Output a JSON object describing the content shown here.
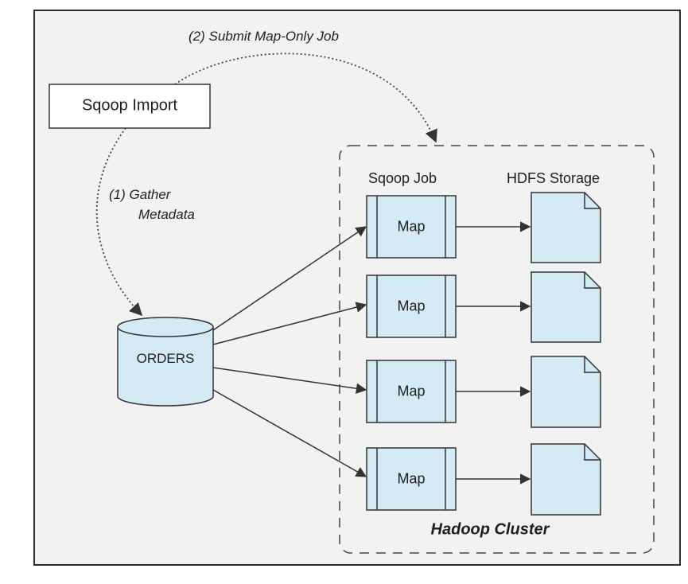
{
  "diagram": {
    "submit_step_label": "(2) Submit Map-Only Job",
    "gather_step_label_line1": "(1) Gather",
    "gather_step_label_line2": "Metadata",
    "sqoop_import_label": "Sqoop Import",
    "database_label": "ORDERS",
    "column_header_job": "Sqoop Job",
    "column_header_storage": "HDFS Storage",
    "cluster_label": "Hadoop Cluster",
    "map_tasks": [
      {
        "label": "Map"
      },
      {
        "label": "Map"
      },
      {
        "label": "Map"
      },
      {
        "label": "Map"
      }
    ]
  },
  "colors": {
    "box_fill": "#d4eaf5",
    "stroke": "#333333",
    "background": "#f2f2f2",
    "frame": "#2c2c2c"
  }
}
